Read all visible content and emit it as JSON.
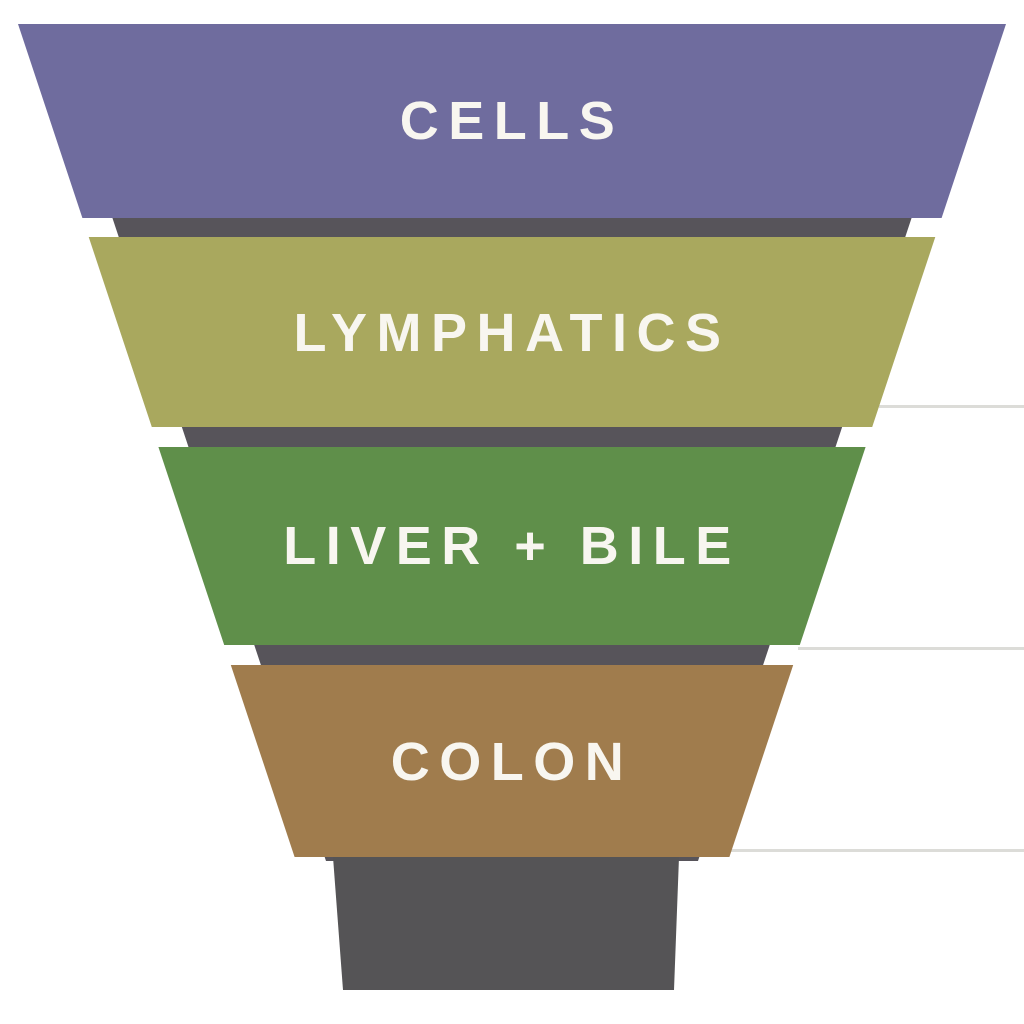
{
  "diagram": {
    "type": "funnel",
    "canvas_background": "#ffffff",
    "funnel_body_color": "#57545a",
    "stem_color": "#555456",
    "label_color": "#f8f6f0",
    "artifact_line_color": "#dcdcd8",
    "layers": [
      {
        "label": "CELLS",
        "color": "#6f6c9e"
      },
      {
        "label": "LYMPHATICS",
        "color": "#a9a85e"
      },
      {
        "label": "LIVER + BILE",
        "color": "#5f8f4a"
      },
      {
        "label": "COLON",
        "color": "#a07c4d"
      }
    ]
  }
}
